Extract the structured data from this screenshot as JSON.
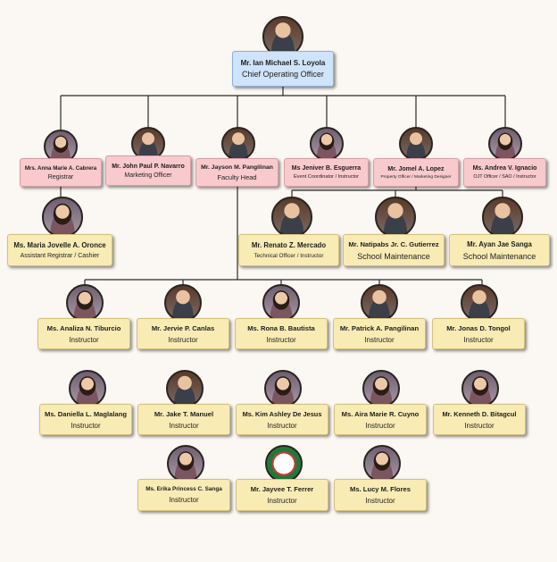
{
  "coo": {
    "name": "Mr. Ian Michael S. Loyola",
    "role": "Chief Operating Officer"
  },
  "row1": [
    {
      "name": "Mrs. Anna Marie A. Cabrera",
      "role": "Registrar"
    },
    {
      "name": "Mr. John Paul P. Navarro",
      "role": "Marketing Officer"
    },
    {
      "name": "Mr. Jayson M. Pangilinan",
      "role": "Faculty Head"
    },
    {
      "name": "Ms Jeniver B. Esguerra",
      "role": "Event Coordinator / Instructor"
    },
    {
      "name": "Mr. Jomel A. Lopez",
      "role": "Property Officer / Marketing Designer"
    },
    {
      "name": "Ms. Andrea V. Ignacio",
      "role": "OJT Officer / SAO / Instructor"
    }
  ],
  "assistant": {
    "name": "Ms. Maria Jovelle A. Oronce",
    "role": "Assistant Registrar / Cashier"
  },
  "support": [
    {
      "name": "Mr. Renato Z. Mercado",
      "role": "Technical Officer / Instructor"
    },
    {
      "name": "Mr. Natipabs Jr. C. Gutierrez",
      "role": "School Maintenance"
    },
    {
      "name": "Mr. Ayan Jae Sanga",
      "role": "School Maintenance"
    }
  ],
  "instructors": [
    {
      "name": "Ms. Analiza N. Tiburcio",
      "role": "Instructor"
    },
    {
      "name": "Mr. Jervie P. Canlas",
      "role": "Instructor"
    },
    {
      "name": "Ms. Rona B. Bautista",
      "role": "Instructor"
    },
    {
      "name": "Mr. Patrick A. Pangilinan",
      "role": "Instructor"
    },
    {
      "name": "Mr. Jonas D. Tongol",
      "role": "Instructor"
    },
    {
      "name": "Ms. Daniella L. Maglalang",
      "role": "Instructor"
    },
    {
      "name": "Mr. Jake T. Manuel",
      "role": "Instructor"
    },
    {
      "name": "Ms. Kim Ashley De Jesus",
      "role": "Instructor"
    },
    {
      "name": "Ms. Aira Marie R. Cuyno",
      "role": "Instructor"
    },
    {
      "name": "Mr. Kenneth D. Bitagcul",
      "role": "Instructor"
    },
    {
      "name": "Ms. Erika Princess C. Sanga",
      "role": "Instructor"
    },
    {
      "name": "Mr. Jayvee T. Ferrer",
      "role": "Instructor"
    },
    {
      "name": "Ms. Lucy M. Flores",
      "role": "Instructor"
    }
  ]
}
